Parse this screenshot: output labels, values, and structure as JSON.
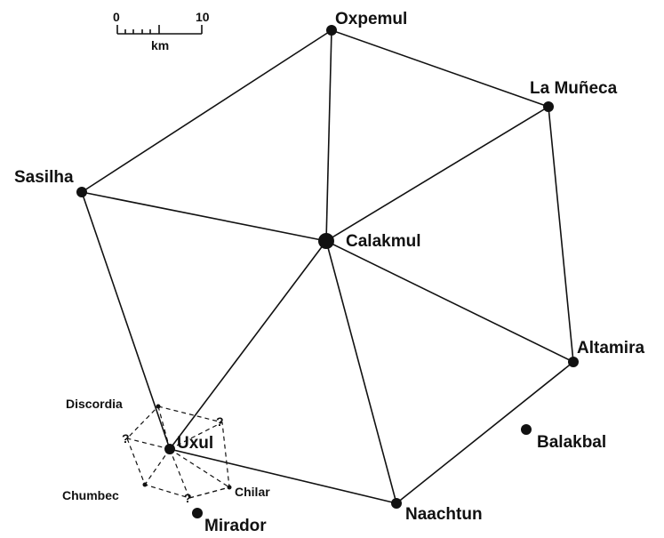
{
  "scale_bar": {
    "start_label": "0",
    "end_label": "10",
    "unit_label": "km"
  },
  "sites": {
    "oxpemul": "Oxpemul",
    "la_muneca": "La Muñeca",
    "sasilha": "Sasilha",
    "calakmul": "Calakmul",
    "altamira": "Altamira",
    "balakbal": "Balakbal",
    "uxul": "Uxul",
    "discordia": "Discordia",
    "chumbec": "Chumbec",
    "chilar": "Chilar",
    "naachtun": "Naachtun",
    "mirador": "Mirador"
  },
  "unknown_marker": "?"
}
